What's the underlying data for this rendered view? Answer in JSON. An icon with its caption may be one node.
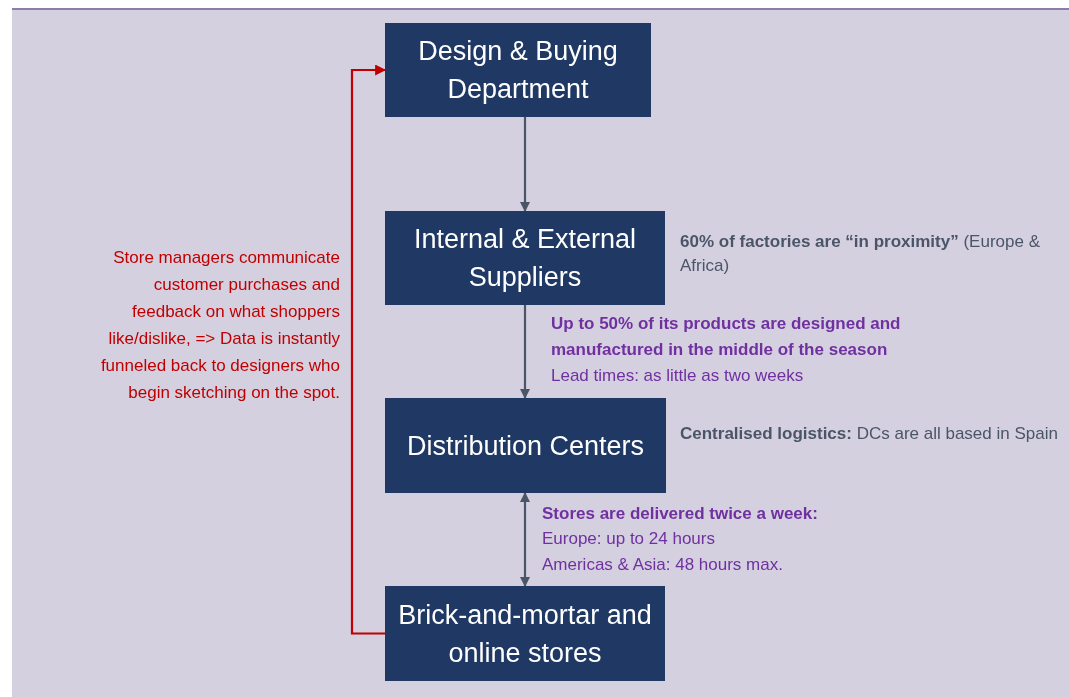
{
  "diagram": {
    "nodes": [
      {
        "text": [
          "Design & Buying Department"
        ]
      },
      {
        "text": [
          "Internal & External Suppliers"
        ],
        "beside": [
          "**60% of factories are “in proximity”** (Europe & Africa)"
        ]
      },
      {
        "text": [
          "Distribution Centers"
        ],
        "beside": [
          "**Centralised logistics:** DCs are all based in Spain"
        ]
      },
      {
        "text": [
          "Brick-and-mortar and online stores"
        ]
      }
    ],
    "edges": [
      {
        "from": 0,
        "to": 1,
        "arrow": "to"
      },
      {
        "from": 1,
        "to": 2,
        "arrow": "to"
      },
      {
        "from": 2,
        "to": 3,
        "arrow": "both"
      },
      {
        "from": 3,
        "to": 0,
        "arrow": "to",
        "color": "#c00000",
        "label": "Store managers communicate customer purchases and feedback on what shoppers like/dislike, => Data is instantly funneled back to designers who begin sketching on the spot."
      }
    ],
    "labels": [
      "Up to 50% of its products are designed and manufactured in the middle of the season",
      "Lead times: as little as two weeks",
      "Stores are delivered twice a week:",
      "Europe: up to 24 hours",
      "Americas & Asia: 48 hours max."
    ]
  }
}
